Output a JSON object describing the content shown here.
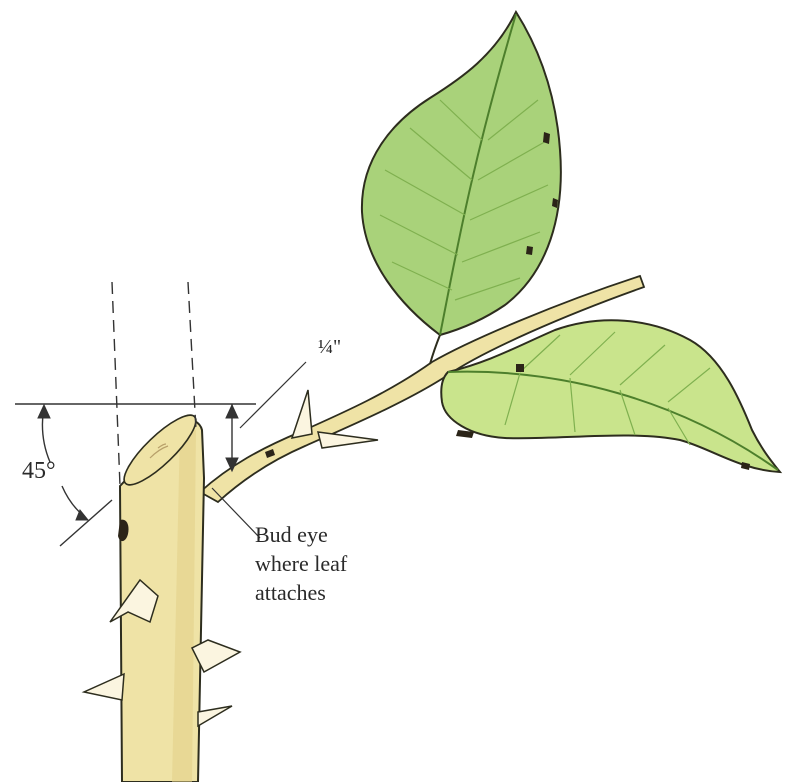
{
  "labels": {
    "angle": "45°",
    "distance": "¼\"",
    "bud_eye_lines": [
      "Bud eye",
      "where leaf",
      "attaches"
    ]
  },
  "colors": {
    "stem_fill": "#efe3a6",
    "stem_shade": "#e2cf86",
    "leaf_fill": "#a9d27a",
    "leaf_light": "#c9e48c",
    "leaf_dark": "#5f9a3a",
    "outline": "#2d2d1e",
    "thorn_fill": "#fbf5e0",
    "bud_mark": "#2b2418",
    "guide_line": "#333333"
  }
}
